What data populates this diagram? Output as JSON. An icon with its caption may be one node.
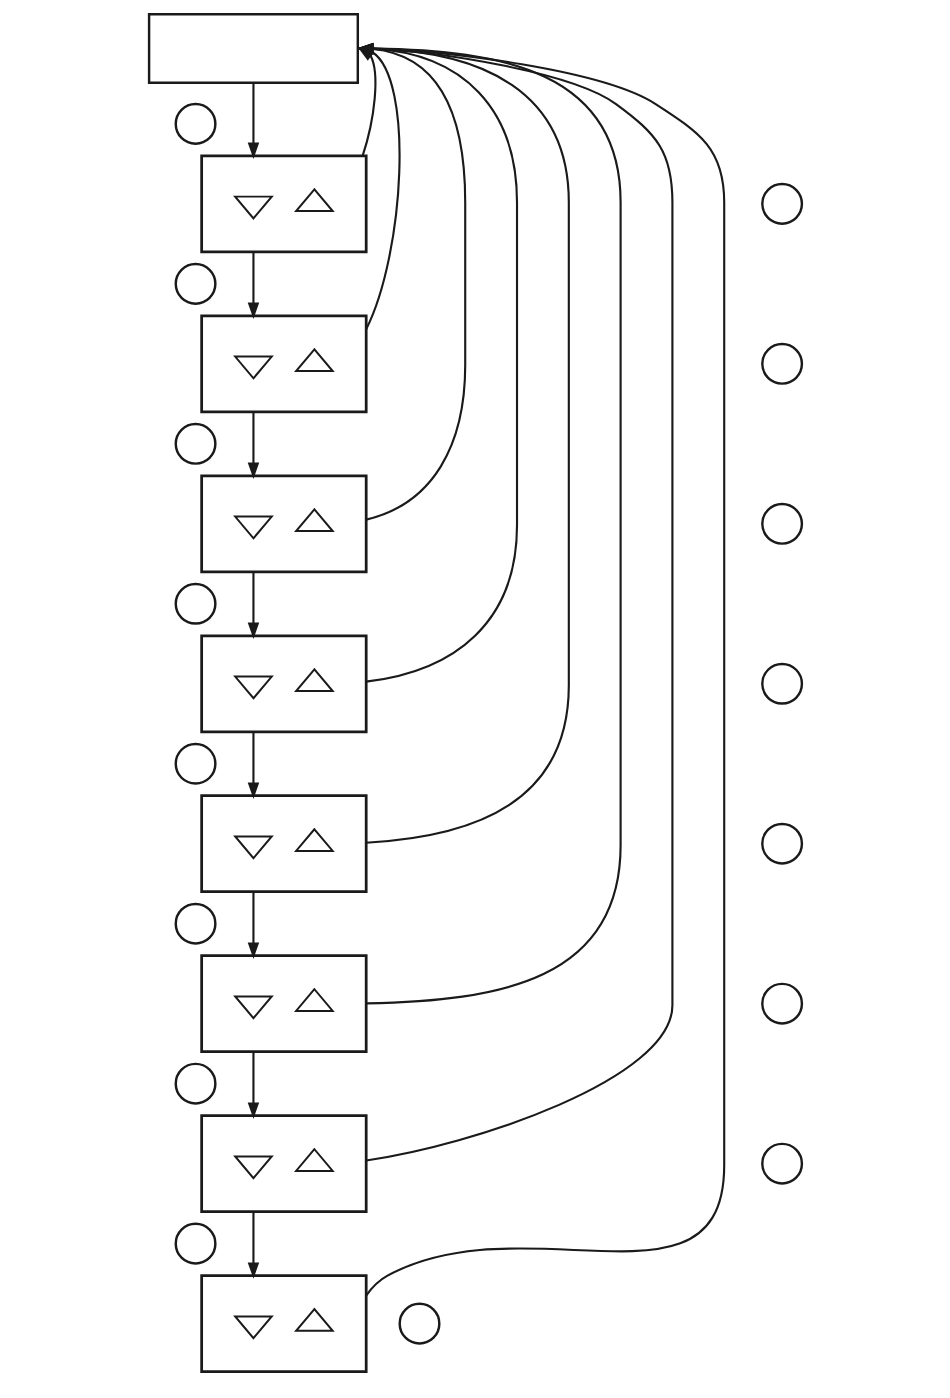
{
  "diagram": {
    "nodes": [
      {
        "text": [],
        "shape": "box"
      },
      {
        "text": [],
        "shape": "circle"
      },
      {
        "text": [],
        "shape": "box"
      },
      {
        "text": [],
        "shape": "invtriangle",
        "in": 2
      },
      {
        "text": [],
        "shape": "triangle",
        "in": 2
      },
      {
        "text": [],
        "shape": "circle"
      },
      {
        "text": [],
        "shape": "circle"
      },
      {
        "text": [],
        "shape": "box"
      },
      {
        "text": [],
        "shape": "invtriangle",
        "in": 7
      },
      {
        "text": [],
        "shape": "triangle",
        "in": 7
      },
      {
        "text": [],
        "shape": "circle"
      },
      {
        "text": [],
        "shape": "circle"
      },
      {
        "text": [],
        "shape": "box"
      },
      {
        "text": [],
        "shape": "invtriangle",
        "in": 12
      },
      {
        "text": [],
        "shape": "triangle",
        "in": 12
      },
      {
        "text": [],
        "shape": "circle"
      },
      {
        "text": [],
        "shape": "circle"
      },
      {
        "text": [],
        "shape": "box"
      },
      {
        "text": [],
        "shape": "invtriangle",
        "in": 17
      },
      {
        "text": [],
        "shape": "triangle",
        "in": 17
      },
      {
        "text": [],
        "shape": "circle"
      },
      {
        "text": [],
        "shape": "circle"
      },
      {
        "text": [],
        "shape": "box"
      },
      {
        "text": [],
        "shape": "invtriangle",
        "in": 22
      },
      {
        "text": [],
        "shape": "triangle",
        "in": 22
      },
      {
        "text": [],
        "shape": "circle"
      },
      {
        "text": [],
        "shape": "circle"
      },
      {
        "text": [],
        "shape": "box"
      },
      {
        "text": [],
        "shape": "invtriangle",
        "in": 27
      },
      {
        "text": [],
        "shape": "triangle",
        "in": 27
      },
      {
        "text": [],
        "shape": "circle"
      },
      {
        "text": [],
        "shape": "circle"
      },
      {
        "text": [],
        "shape": "box"
      },
      {
        "text": [],
        "shape": "invtriangle",
        "in": 32
      },
      {
        "text": [],
        "shape": "triangle",
        "in": 32
      },
      {
        "text": [],
        "shape": "circle"
      },
      {
        "text": [],
        "shape": "circle"
      },
      {
        "text": [],
        "shape": "box"
      },
      {
        "text": [],
        "shape": "invtriangle",
        "in": 37
      },
      {
        "text": [],
        "shape": "triangle",
        "in": 37
      },
      {
        "text": [],
        "shape": "circle"
      }
    ],
    "edges": [
      {
        "from": 0,
        "to": 2,
        "arrow": "to"
      },
      {
        "from": 2,
        "to": 7,
        "arrow": "to"
      },
      {
        "from": 7,
        "to": 12,
        "arrow": "to"
      },
      {
        "from": 12,
        "to": 17,
        "arrow": "to"
      },
      {
        "from": 17,
        "to": 22,
        "arrow": "to"
      },
      {
        "from": 22,
        "to": 27,
        "arrow": "to"
      },
      {
        "from": 27,
        "to": 32,
        "arrow": "to"
      },
      {
        "from": 32,
        "to": 37,
        "arrow": "to"
      },
      {
        "from": 2,
        "to": 0,
        "arrow": "to"
      },
      {
        "from": 7,
        "to": 0,
        "arrow": "to"
      },
      {
        "from": 12,
        "to": 0,
        "arrow": "to"
      },
      {
        "from": 17,
        "to": 0,
        "arrow": "to"
      },
      {
        "from": 22,
        "to": 0,
        "arrow": "to"
      },
      {
        "from": 27,
        "to": 0,
        "arrow": "to"
      },
      {
        "from": 32,
        "to": 0,
        "arrow": "to"
      },
      {
        "from": 37,
        "to": 0,
        "arrow": "to"
      }
    ]
  }
}
